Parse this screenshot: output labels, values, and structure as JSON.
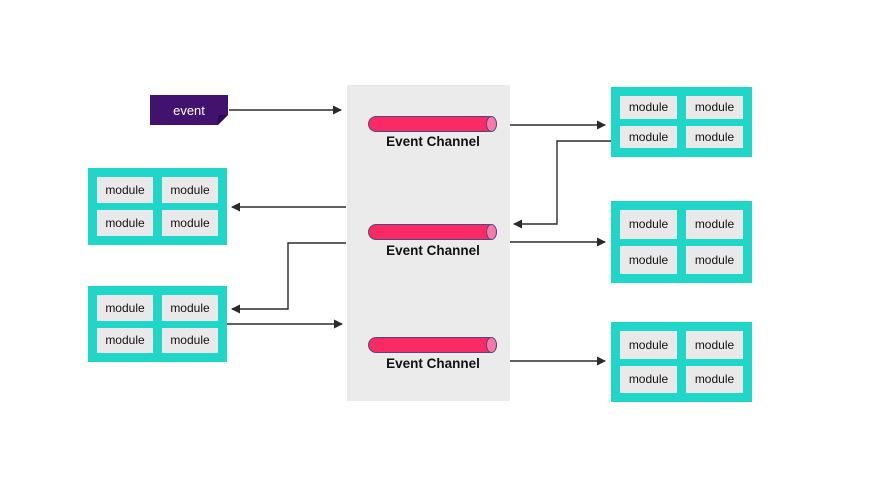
{
  "colors": {
    "teal": "#1FD6C9",
    "pink": "#FA2A64",
    "pink-cap": "#F879A8",
    "cyl-border": "#4F4A7D",
    "purple": "#41126E",
    "purple-fold": "#2E0B52",
    "panel-gray": "#EBEBEB",
    "cell-gray": "#E9E9E9",
    "line": "#2B2B2B",
    "text": "#111111"
  },
  "event_box": {
    "label": "event"
  },
  "channel_panel": {
    "channels": [
      {
        "label": "Event Channel"
      },
      {
        "label": "Event Channel"
      },
      {
        "label": "Event Channel"
      }
    ]
  },
  "module_groups": {
    "left_top": {
      "modules": [
        "module",
        "module",
        "module",
        "module"
      ]
    },
    "left_bottom": {
      "modules": [
        "module",
        "module",
        "module",
        "module"
      ]
    },
    "right_top": {
      "modules": [
        "module",
        "module",
        "module",
        "module"
      ]
    },
    "right_middle": {
      "modules": [
        "module",
        "module",
        "module",
        "module"
      ]
    },
    "right_bottom": {
      "modules": [
        "module",
        "module",
        "module",
        "module"
      ]
    }
  }
}
